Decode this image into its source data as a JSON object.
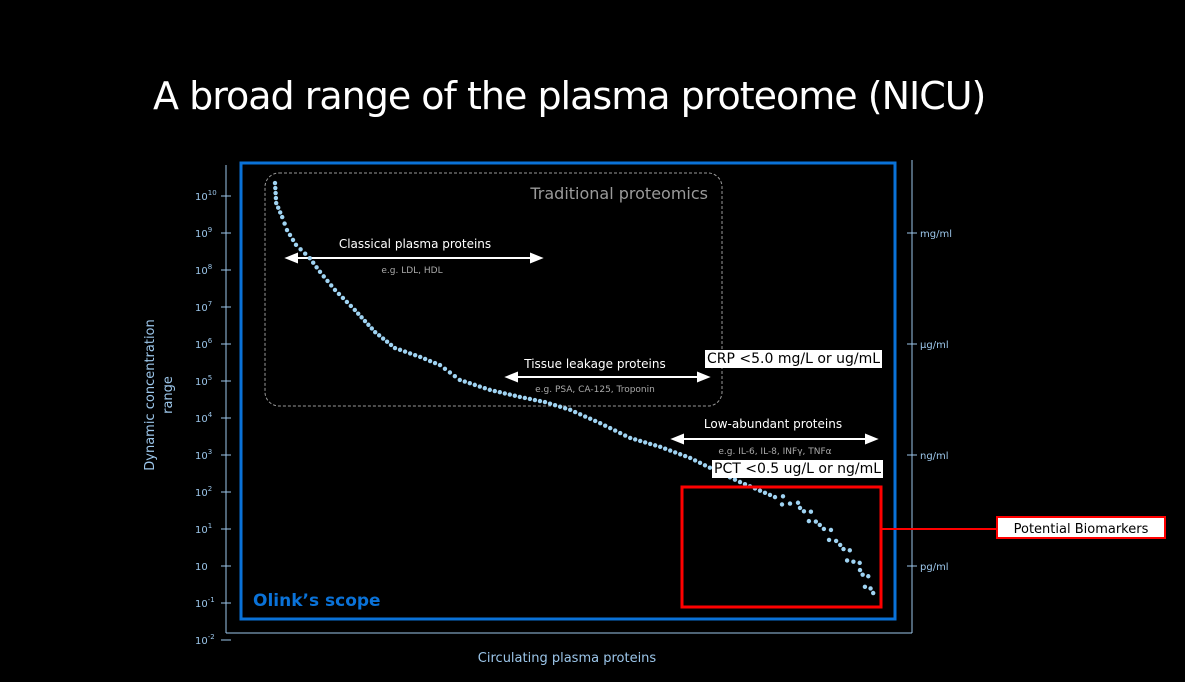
{
  "title": "A broad range of the plasma proteome (NICU)",
  "chart_data": {
    "type": "scatter",
    "title": "A broad range of the plasma proteome (NICU)",
    "xlabel": "Circulating plasma proteins",
    "ylabel": "Dynamic concentration range",
    "yscale": "log10",
    "ylim": [
      -2,
      10.5
    ],
    "xlim": [
      0,
      100
    ],
    "y_ticks": [
      {
        "base": "10",
        "exp": "10",
        "v": 10
      },
      {
        "base": "10",
        "exp": "9",
        "v": 9
      },
      {
        "base": "10",
        "exp": "8",
        "v": 8
      },
      {
        "base": "10",
        "exp": "7",
        "v": 7
      },
      {
        "base": "10",
        "exp": "6",
        "v": 6
      },
      {
        "base": "10",
        "exp": "5",
        "v": 5
      },
      {
        "base": "10",
        "exp": "4",
        "v": 4
      },
      {
        "base": "10",
        "exp": "3",
        "v": 3
      },
      {
        "base": "10",
        "exp": "2",
        "v": 2
      },
      {
        "base": "10",
        "exp": "1",
        "v": 1
      },
      {
        "base": "10",
        "exp": "",
        "v": 0
      },
      {
        "base": "10",
        "exp": "-1",
        "v": -1
      },
      {
        "base": "10",
        "exp": "-2",
        "v": -2
      }
    ],
    "right_ticks": [
      {
        "label": "mg/ml",
        "v": 9
      },
      {
        "label": "µg/ml",
        "v": 6
      },
      {
        "label": "ng/ml",
        "v": 3
      },
      {
        "label": "pg/ml",
        "v": 0
      }
    ],
    "points_log10": [
      [
        0,
        10.35
      ],
      [
        0.2,
        9.81
      ],
      [
        1.2,
        9.43
      ],
      [
        2,
        9.08
      ],
      [
        3.5,
        8.68
      ],
      [
        5.8,
        8.32
      ],
      [
        7.5,
        7.95
      ],
      [
        10,
        7.46
      ],
      [
        13.3,
        6.92
      ],
      [
        16.7,
        6.32
      ],
      [
        20,
        5.89
      ],
      [
        24.2,
        5.65
      ],
      [
        27.5,
        5.43
      ],
      [
        30.8,
        5.03
      ],
      [
        35.8,
        4.76
      ],
      [
        40.8,
        4.57
      ],
      [
        45,
        4.43
      ],
      [
        49.2,
        4.22
      ],
      [
        54.2,
        3.86
      ],
      [
        59.2,
        3.46
      ],
      [
        64.2,
        3.22
      ],
      [
        69.2,
        2.92
      ],
      [
        73.3,
        2.59
      ],
      [
        77.5,
        2.27
      ],
      [
        82.5,
        1.92
      ],
      [
        87.5,
        1.57
      ],
      [
        90.8,
        1.11
      ],
      [
        94.2,
        0.57
      ],
      [
        97.5,
        -0.11
      ],
      [
        99.7,
        -0.73
      ]
    ],
    "annotations": {
      "traditional": "Traditional proteomics",
      "classical": "Classical plasma proteins",
      "classical_eg": "e.g. LDL, HDL",
      "tissue": "Tissue leakage proteins",
      "tissue_eg": "e.g. PSA, CA-125, Troponin",
      "low": "Low-abundant proteins",
      "low_eg": "e.g. IL-6, IL-8, INFγ, TNFα",
      "scope": "Olink’s scope"
    }
  },
  "notes": {
    "crp": "CRP <5.0 mg/L or ug/mL",
    "pct": "PCT <0.5 ug/L or ng/mL",
    "biomarkers": "Potential Biomarkers"
  },
  "colors": {
    "scope": "#0a72d8",
    "points": "#9fd3f2",
    "highlight": "#ff0000"
  }
}
